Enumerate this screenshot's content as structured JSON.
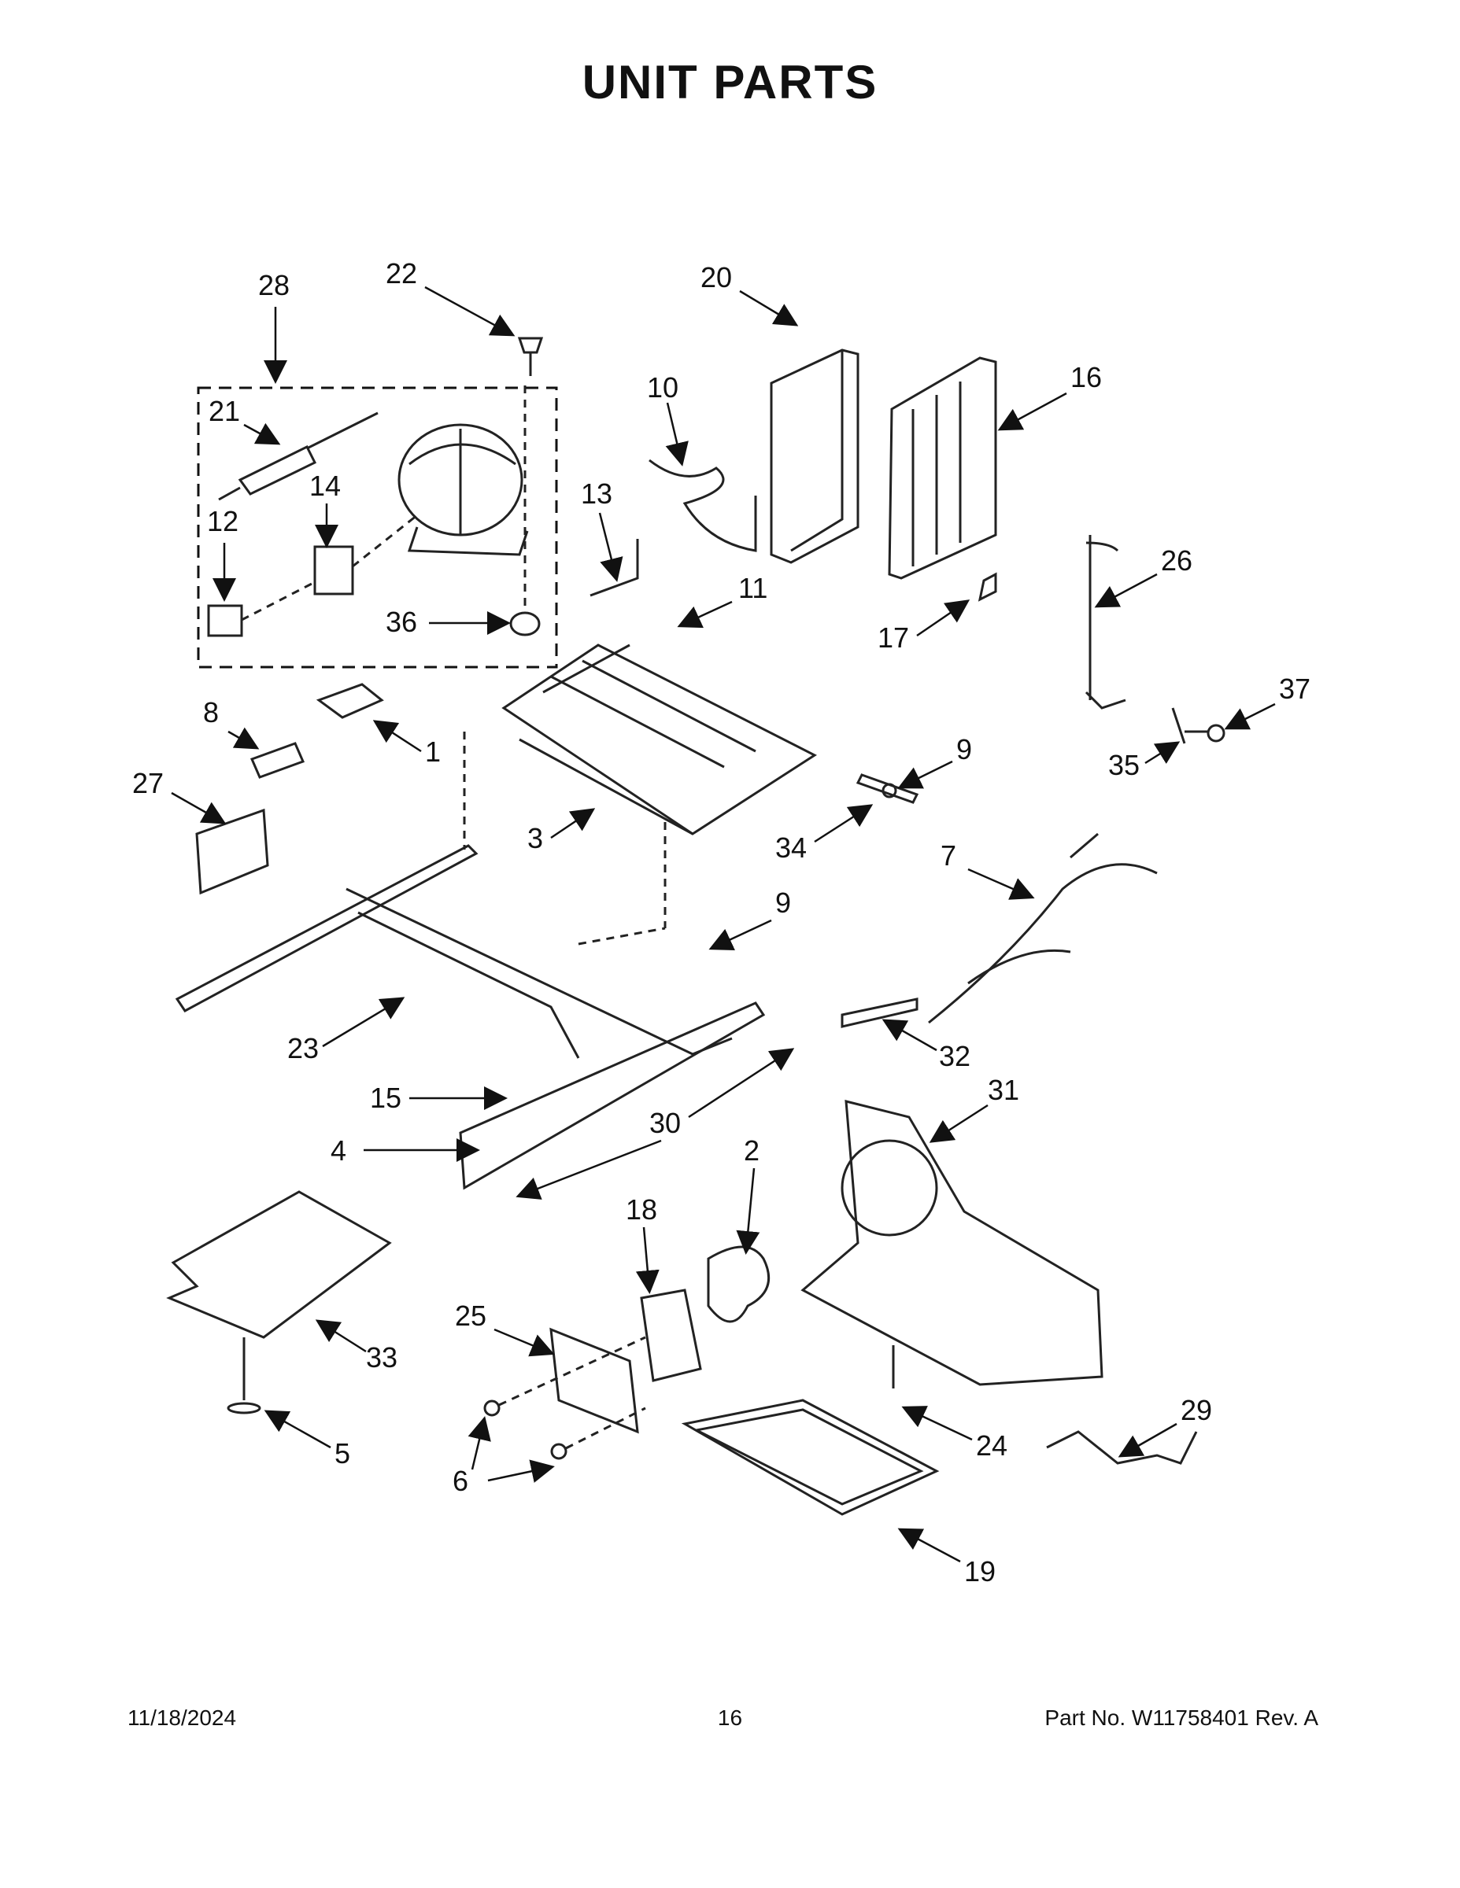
{
  "title": "UNIT PARTS",
  "footer": {
    "date": "11/18/2024",
    "page": "16",
    "part_label": "Part No.  W11758401  Rev.  A"
  },
  "callouts": [
    "28",
    "22",
    "20",
    "16",
    "21",
    "14",
    "10",
    "13",
    "12",
    "11",
    "36",
    "17",
    "26",
    "37",
    "35",
    "8",
    "1",
    "27",
    "3",
    "9",
    "34",
    "7",
    "9",
    "23",
    "32",
    "15",
    "30",
    "31",
    "4",
    "2",
    "18",
    "25",
    "33",
    "24",
    "29",
    "19",
    "5",
    "6"
  ]
}
